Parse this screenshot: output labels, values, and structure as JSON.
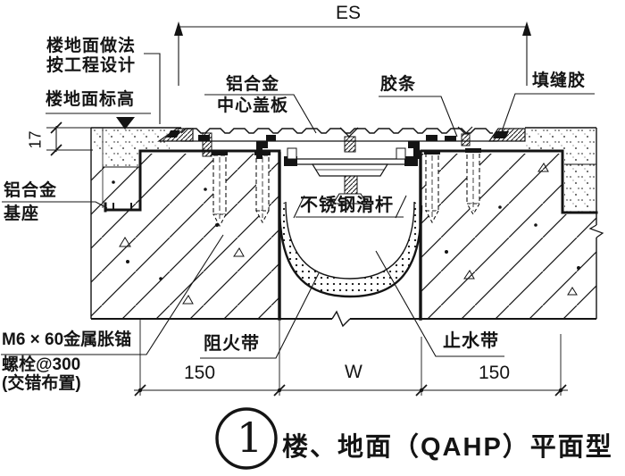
{
  "drawing": {
    "type": "construction-detail-section",
    "dims": {
      "es": "ES",
      "d17": "17",
      "d150_left": "150",
      "dW": "W",
      "d150_right": "150"
    },
    "labels": {
      "floor_method_line1": "楼地面做法",
      "floor_method_line2": "按工程设计",
      "floor_level": "楼地面标高",
      "alu_cover_line1": "铝合金",
      "alu_cover_line2": "中心盖板",
      "rubber_strip": "胶条",
      "joint_sealant": "填缝胶",
      "alu_base_line1": "铝合金",
      "alu_base_line2": "基座",
      "ss_slide_rod": "不锈钢滑杆",
      "anchor_line1": "M6 × 60金属胀锚",
      "anchor_line2": "螺栓@300",
      "anchor_line3": "(交错布置)",
      "fire_barrier": "阻火带",
      "waterstop": "止水带"
    },
    "title": {
      "number": "1",
      "text": "楼、地面（QAHP）平面型"
    },
    "colors": {
      "ink": "#141414",
      "paper": "#ffffff"
    }
  }
}
